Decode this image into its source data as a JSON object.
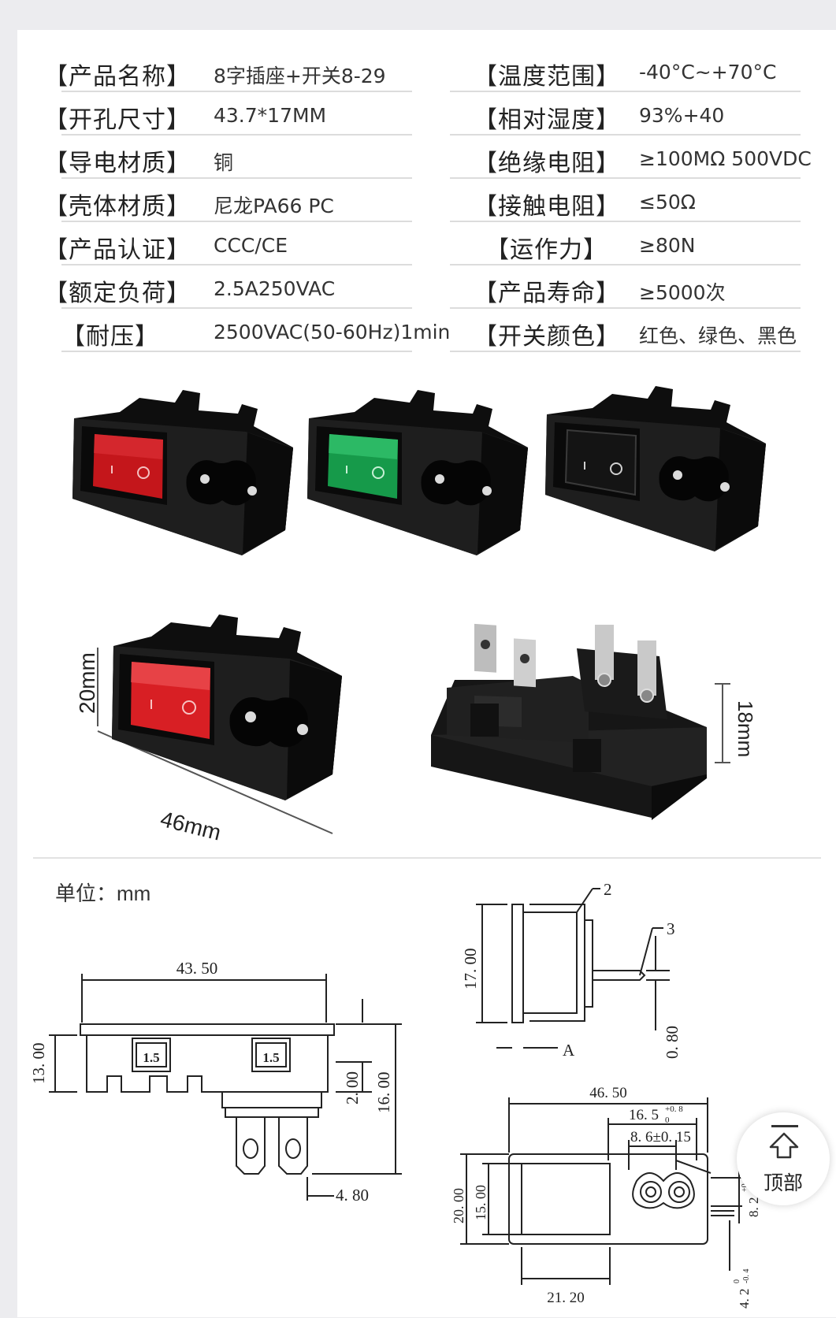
{
  "specs": [
    {
      "k1": "【产品名称】",
      "v1": "8字插座+开关8-29",
      "k2": "【温度范围】",
      "v2": "-40°C~+70°C"
    },
    {
      "k1": "【开孔尺寸】",
      "v1": "43.7*17MM",
      "k2": "【相对湿度】",
      "v2": "93%+40"
    },
    {
      "k1": "【导电材质】",
      "v1": "铜",
      "k2": "【绝缘电阻】",
      "v2": "≥100MΩ 500VDC"
    },
    {
      "k1": "【壳体材质】",
      "v1": "尼龙PA66 PC",
      "k2": "【接触电阻】",
      "v2": "≤50Ω"
    },
    {
      "k1": "【产品认证】",
      "v1": "CCC/CE",
      "k2": "【运作力】",
      "v2": "≥80N"
    },
    {
      "k1": "【额定负荷】",
      "v1": "2.5A250VAC",
      "k2": "【产品寿命】",
      "v2": "≥5000次"
    },
    {
      "k1": "【耐压】",
      "v1": "2500VAC(50-60Hz)1min",
      "k2": "【开关颜色】",
      "v2": "红色、绿色、黑色"
    }
  ],
  "photo_dims": {
    "height": "20mm",
    "width": "46mm",
    "depth": "18mm"
  },
  "unit": {
    "label": "单位：",
    "unit": "mm"
  },
  "drawing_front": {
    "width": "43. 50",
    "left_h": "13. 00",
    "mid_h": "2. 00",
    "right_h": "16. 00",
    "pad": "4. 80",
    "box_label_1": "1.5",
    "box_label_2": "1.5"
  },
  "drawing_side": {
    "h": "17. 00",
    "tab": "0. 80",
    "callout_2": "2",
    "callout_3": "3",
    "a": "A"
  },
  "drawing_top": {
    "w": "46. 50",
    "s1": "16. 5",
    "s1_tol": "+0. 8",
    "s1_tol0": "0",
    "s2": "8. 6±0. 15",
    "h1": "20. 00",
    "h2": "15. 00",
    "r1": "8. 2",
    "r1_tol": "+0. 8",
    "r1_tol0": "0",
    "r2": "4. 2",
    "r2_tol": "0",
    "r2_tol2": "-0. 4",
    "bottom": "21. 20"
  },
  "colors": {
    "red_switch": "#d11a1f",
    "green_switch": "#1fae5a",
    "body": "#1a1a1a"
  },
  "top_button": {
    "label": "顶部",
    "icon": "arrow-up-icon"
  }
}
